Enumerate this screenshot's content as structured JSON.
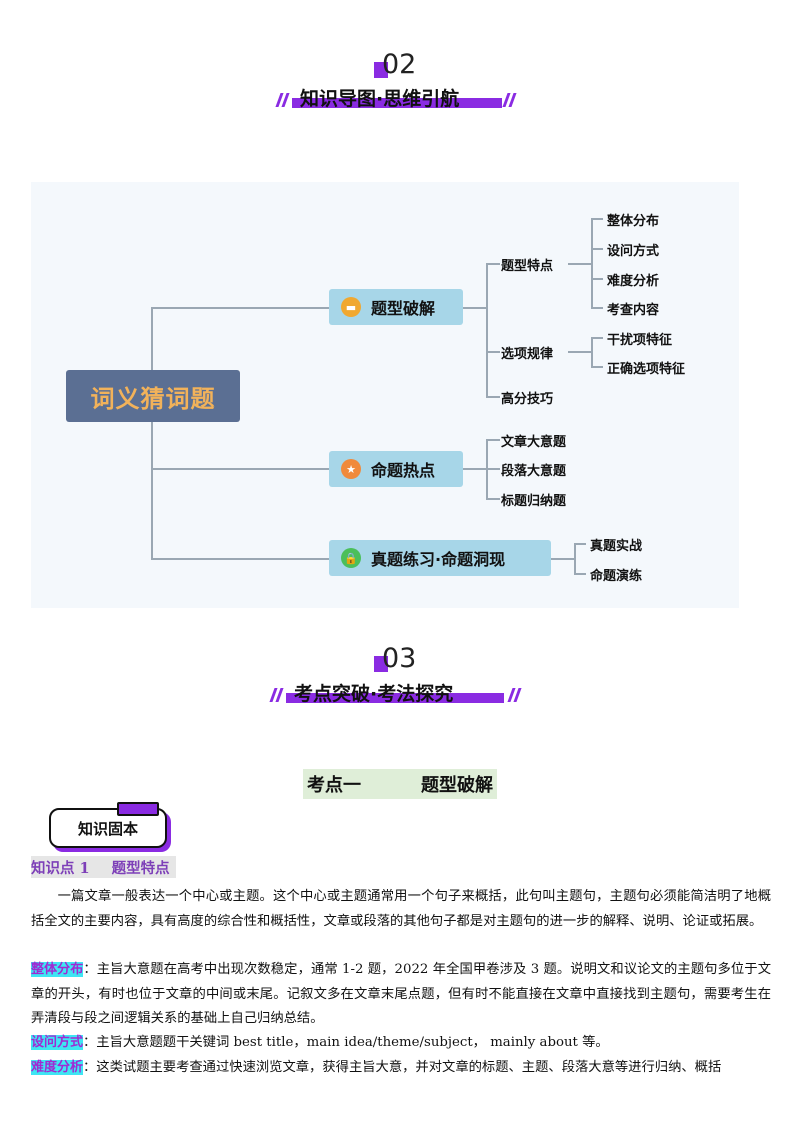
{
  "section02": {
    "num": "02",
    "title": "知识导图·思维引航"
  },
  "mindmap": {
    "root": "词义猜词题",
    "branch1": {
      "label": "题型破解",
      "sub1": {
        "label": "题型特点",
        "items": [
          "整体分布",
          "设问方式",
          "难度分析",
          "考查内容"
        ]
      },
      "sub2": {
        "label": "选项规律",
        "items": [
          "干扰项特征",
          "正确选项特征"
        ]
      },
      "sub3": {
        "label": "高分技巧"
      }
    },
    "branch2": {
      "label": "命题热点",
      "items": [
        "文章大意题",
        "段落大意题",
        "标题归纳题"
      ]
    },
    "branch3": {
      "label": "真题练习·命题洞现",
      "items": [
        "真题实战",
        "命题演练"
      ]
    }
  },
  "section03": {
    "num": "03",
    "title": "考点突破·考法探究"
  },
  "kaodian": {
    "left": "考点一",
    "right": "题型破解"
  },
  "zhishi_label": "知识固本",
  "kp1": {
    "num": "知识点 1",
    "title": "题型特点"
  },
  "paragraphs": {
    "intro": "一篇文章一般表达一个中心或主题。这个中心或主题通常用一个句子来概括，此句叫主题句，主题句必须能简洁明了地概括全文的主要内容，具有高度的综合性和概括性，文章或段落的其他句子都是对主题句的进一步的解释、说明、论证或拓展。",
    "p1_tag": "整体分布",
    "p1_text": "：主旨大意题在高考中出现次数稳定，通常 1-2 题，2022 年全国甲卷涉及 3 题。说明文和议论文的主题句多位于文章的开头，有时也位于文章的中间或末尾。记叙文多在文章末尾点题，但有时不能直接在文章中直接找到主题句，需要考生在弄清段与段之间逻辑关系的基础上自己归纳总结。",
    "p2_tag": "设问方式",
    "p2_text": "：主旨大意题题干关键词 best title，main idea/theme/subject， mainly about 等。",
    "p3_tag": "难度分析",
    "p3_text": "：这类试题主要考查通过快速浏览文章，获得主旨大意，并对文章的标题、主题、段落大意等进行归纳、概括"
  },
  "colors": {
    "accent": "#8a2be2",
    "root_bg": "#5b6f93",
    "branch_bg": "#a7d6e8",
    "tag_bg": "#3ee6f3"
  }
}
